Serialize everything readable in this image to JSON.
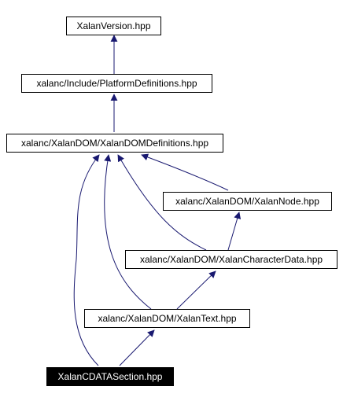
{
  "nodes": {
    "version": "XalanVersion.hpp",
    "platform": "xalanc/Include/PlatformDefinitions.hpp",
    "domdefs": "xalanc/XalanDOM/XalanDOMDefinitions.hpp",
    "node": "xalanc/XalanDOM/XalanNode.hpp",
    "chardata": "xalanc/XalanDOM/XalanCharacterData.hpp",
    "text": "xalanc/XalanDOM/XalanText.hpp",
    "cdata": "XalanCDATASection.hpp"
  },
  "colors": {
    "edge": "#191970",
    "node_border": "#000000",
    "current_node_bg": "#000000",
    "current_node_text": "#ffffff"
  }
}
